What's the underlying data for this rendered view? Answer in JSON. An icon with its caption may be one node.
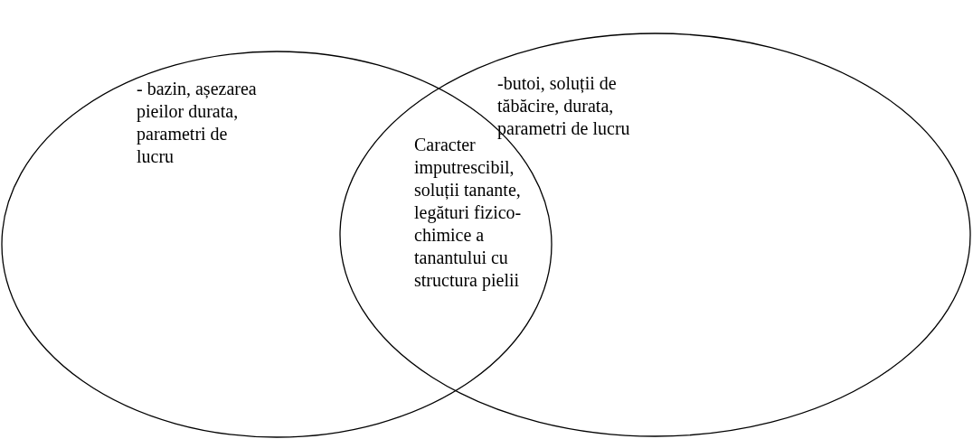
{
  "diagram": {
    "nodes": [
      {
        "text": [
          "- bazin, așezarea pieilor durata, parametri de lucru"
        ]
      },
      {
        "text": [
          "-butoi, soluții de tăbăcire, durata, parametri de lucru"
        ]
      },
      {
        "text": [
          "Caracter imputrescibil, soluții tanante, legături fizico-chimice a tanantului cu structura pielii"
        ]
      }
    ],
    "edges": []
  }
}
